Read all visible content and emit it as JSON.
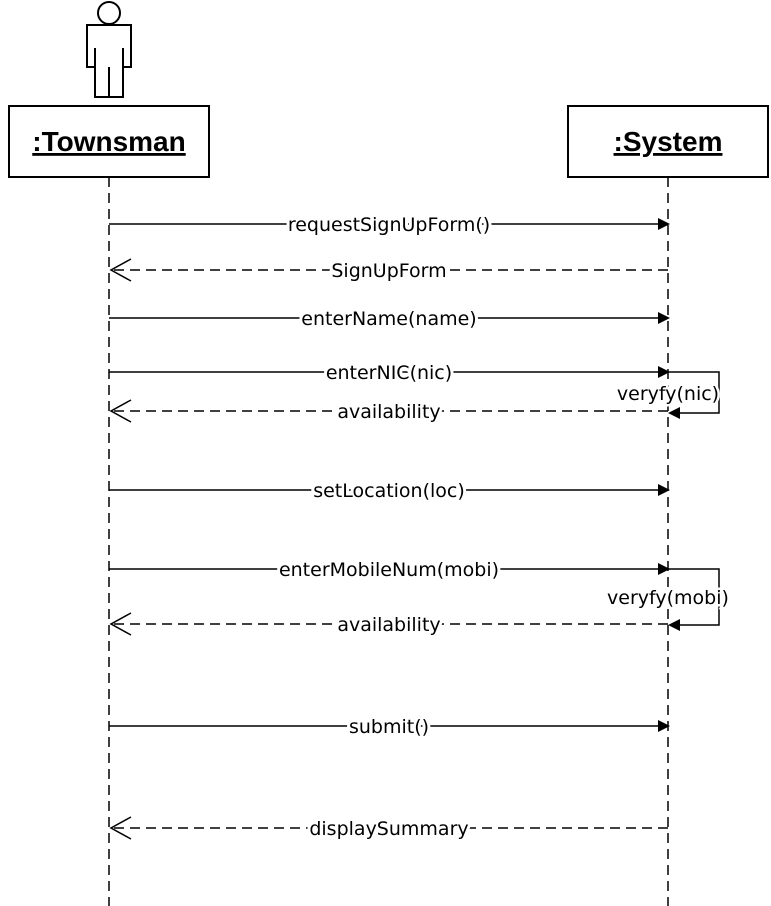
{
  "participants": [
    {
      "id": "townsman",
      "label": ":Townsman",
      "actor": true
    },
    {
      "id": "system",
      "label": ":System",
      "actor": false
    }
  ],
  "messages": [
    {
      "label": "requestSignUpForm()",
      "from": "townsman",
      "to": "system",
      "kind": "sync"
    },
    {
      "label": "SignUpForm",
      "from": "system",
      "to": "townsman",
      "kind": "return"
    },
    {
      "label": "enterName(name)",
      "from": "townsman",
      "to": "system",
      "kind": "sync"
    },
    {
      "label": "enterNIC(nic)",
      "from": "townsman",
      "to": "system",
      "kind": "sync"
    },
    {
      "label": "veryfy(nic)",
      "from": "system",
      "to": "system",
      "kind": "self"
    },
    {
      "label": "availability",
      "from": "system",
      "to": "townsman",
      "kind": "return"
    },
    {
      "label": "setLocation(loc)",
      "from": "townsman",
      "to": "system",
      "kind": "sync"
    },
    {
      "label": "enterMobileNum(mobi)",
      "from": "townsman",
      "to": "system",
      "kind": "sync"
    },
    {
      "label": "veryfy(mobi)",
      "from": "system",
      "to": "system",
      "kind": "self"
    },
    {
      "label": "availability",
      "from": "system",
      "to": "townsman",
      "kind": "return"
    },
    {
      "label": "submit()",
      "from": "townsman",
      "to": "system",
      "kind": "sync"
    },
    {
      "label": "displaySummary",
      "from": "system",
      "to": "townsman",
      "kind": "return"
    }
  ]
}
